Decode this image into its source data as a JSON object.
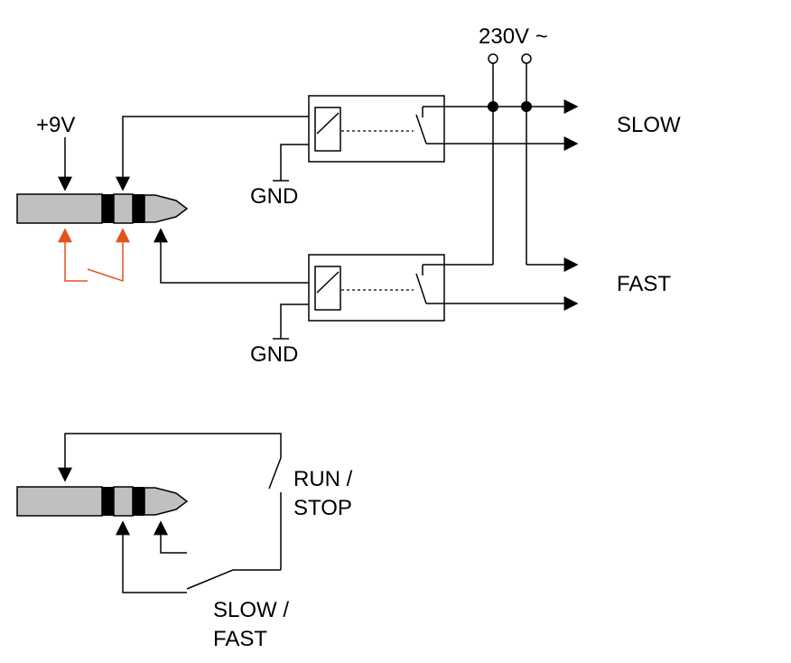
{
  "labels": {
    "supply": "230V ~",
    "plus9v": "+9V",
    "slow": "SLOW",
    "fast": "FAST",
    "gnd_top": "GND",
    "gnd_bottom": "GND",
    "run_stop_1": "RUN /",
    "run_stop_2": "STOP",
    "slow_fast_1": "SLOW /",
    "slow_fast_2": "FAST"
  },
  "colors": {
    "wire": "#000000",
    "highlight_arrow": "#e0541c",
    "plug_body": "#c0c0c0",
    "plug_ring": "#000000"
  }
}
